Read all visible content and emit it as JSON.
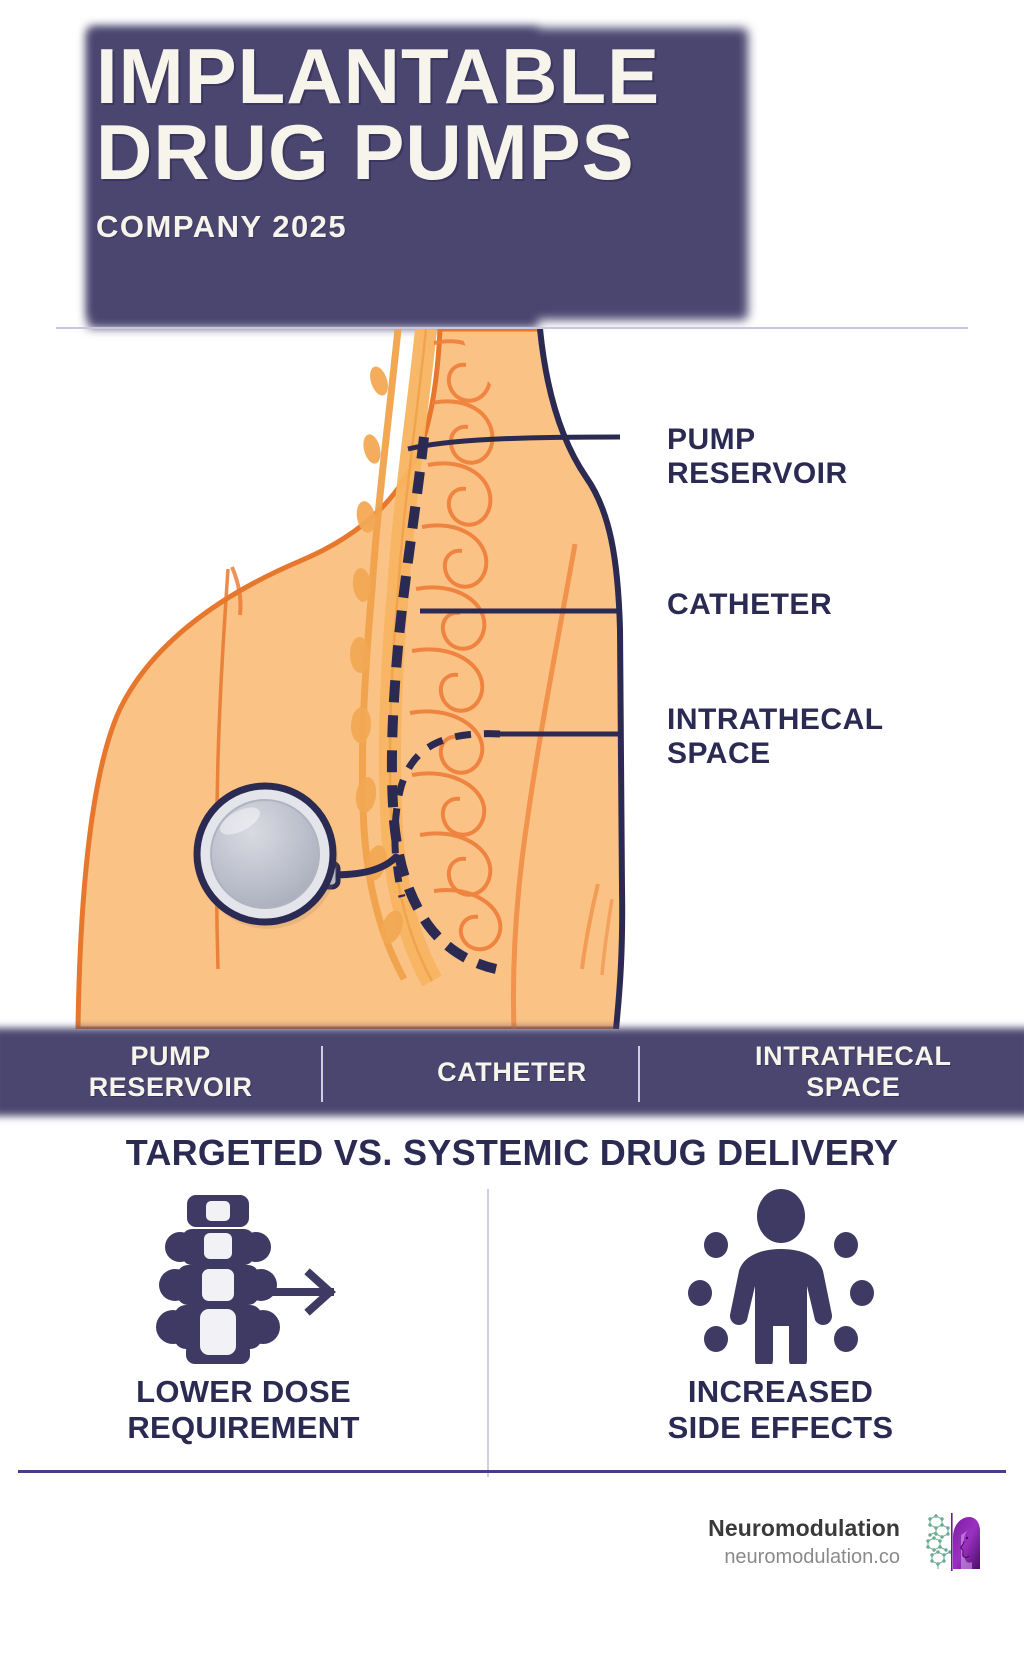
{
  "header": {
    "title_line1": "IMPLANTABLE",
    "title_line2": "DRUG PUMPS",
    "subtitle": "COMPANY  2025",
    "bg_color": "#4a4670",
    "text_color": "#f7f4ec"
  },
  "illustration": {
    "alt": "cross-section of human torso showing implanted drug pump, catheter and spine",
    "skin_color": "#fac285",
    "outline_color": "#e8772e",
    "spine_color": "#f5a83f",
    "catheter_color": "#2b2a52",
    "pump_color": "#b6b9c6",
    "callouts": [
      {
        "id": "pump-reservoir",
        "line1": "PUMP",
        "line2": "RESERVOIR"
      },
      {
        "id": "catheter",
        "line1": "CATHETER",
        "line2": ""
      },
      {
        "id": "intrathecal-space",
        "line1": "INTRATHECAL",
        "line2": "SPACE"
      }
    ]
  },
  "band": {
    "bg_color": "#4a4670",
    "items": [
      {
        "line1": "PUMP",
        "line2": "RESERVOIR"
      },
      {
        "line1": "CATHETER",
        "line2": ""
      },
      {
        "line1": "INTRATHECAL",
        "line2": "SPACE"
      }
    ]
  },
  "compare": {
    "title": "TARGETED VS. SYSTEMIC DRUG DELIVERY",
    "accent_color": "#3e3a63",
    "left": {
      "icon": "spine-with-arrow-icon",
      "label_line1": "LOWER DOSE",
      "label_line2": "REQUIREMENT"
    },
    "right": {
      "icon": "person-with-dots-icon",
      "label_line1": "INCREASED",
      "label_line2": "SIDE EFFECTS"
    }
  },
  "footer": {
    "brand": "Neuromodulation",
    "url": "neuromodulation.co",
    "logo": "head-profile-molecule-logo",
    "rule_color": "#4a3a8a"
  }
}
